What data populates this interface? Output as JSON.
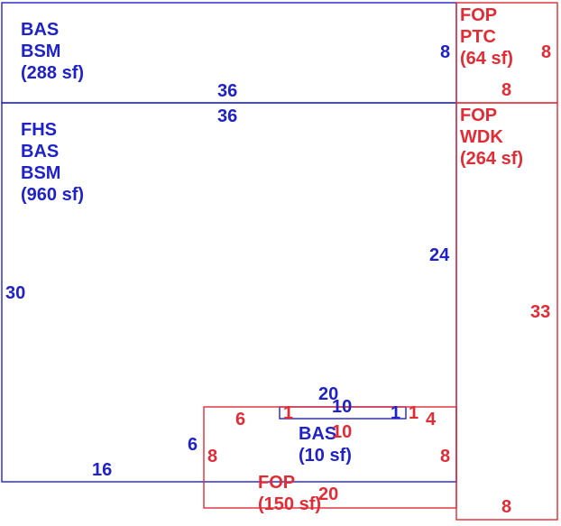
{
  "colors": {
    "main_structure": "#1f22c7",
    "attached_structure": "#e12b35",
    "background": "#ffffff"
  },
  "areas": [
    {
      "lines": [
        "BAS",
        "BSM",
        "(288 sf)"
      ],
      "color": "blue"
    },
    {
      "lines": [
        "FHS",
        "BAS",
        "BSM",
        "(960 sf)"
      ],
      "color": "blue"
    },
    {
      "lines": [
        "FOP",
        "PTC",
        "(64 sf)"
      ],
      "color": "red"
    },
    {
      "lines": [
        "FOP",
        "WDK",
        "(264 sf)"
      ],
      "color": "red"
    },
    {
      "lines": [
        "BAS",
        "(10 sf)"
      ],
      "color": "blue"
    },
    {
      "lines": [
        "FOP",
        "(150 sf)"
      ],
      "color": "red"
    }
  ],
  "dimensions": {
    "top_left_bottom": "36",
    "top_left_right": "8",
    "main_top": "36",
    "main_left": "30",
    "main_right": "24",
    "main_bottom": "16",
    "main_notch_vertical": "6",
    "ptc_right": "8",
    "ptc_bottom": "8",
    "wdk_right": "33",
    "wdk_bottom": "8",
    "bay_top": "20",
    "bay_inner_top": "10",
    "bay_inner_bottom": "10",
    "bay_left": "1",
    "bay_right_inner": "1",
    "bay_right_outer": "1",
    "fop_left_top": "6",
    "fop_left": "8",
    "fop_right": "8",
    "fop_right_top": "4",
    "fop_bottom": "20"
  }
}
